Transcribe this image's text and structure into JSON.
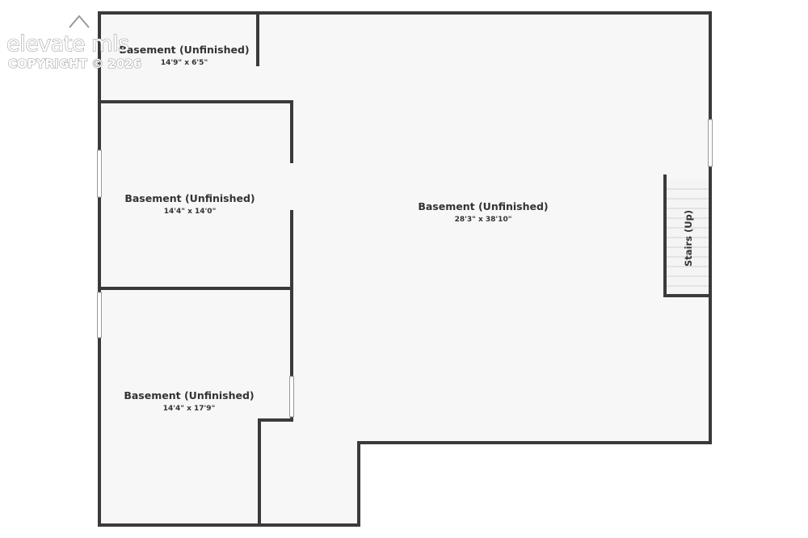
{
  "watermark": {
    "brand": "elevate mls",
    "copyright": "COPYRIGHT © 2026"
  },
  "rooms": [
    {
      "name": "Basement (Unfinished)",
      "dimensions": "14'9\" x 6'5\""
    },
    {
      "name": "Basement (Unfinished)",
      "dimensions": "14'4\" x 14'0\""
    },
    {
      "name": "Basement (Unfinished)",
      "dimensions": "14'4\" x 17'9\""
    },
    {
      "name": "Basement (Unfinished)",
      "dimensions": "28'3\" x 38'10\""
    }
  ],
  "stairs": {
    "label": "Stairs (Up)"
  },
  "colors": {
    "floor": "#f7f7f7",
    "wall": "#3a3a3a",
    "window": "#ffffff",
    "stair_lines": "#d0d0d0"
  }
}
